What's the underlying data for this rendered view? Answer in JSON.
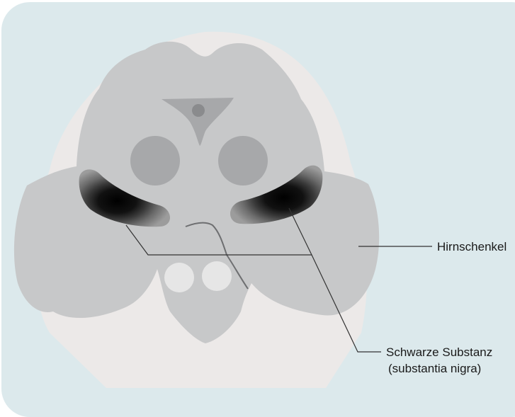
{
  "labels": {
    "cerebral_peduncle": "Hirnschenkel",
    "substantia_nigra_line1": "Schwarze Substanz",
    "substantia_nigra_line2": "(substantia nigra)"
  },
  "colors": {
    "background_panel": "#dce9ec",
    "skull_outline": "#ece9e8",
    "brain_tissue": "#c7c8c9",
    "inner_structures": "#a7a8aa",
    "dark_core": "#000000",
    "light_spots": "#e6e6e6",
    "leader_lines": "#333333"
  }
}
